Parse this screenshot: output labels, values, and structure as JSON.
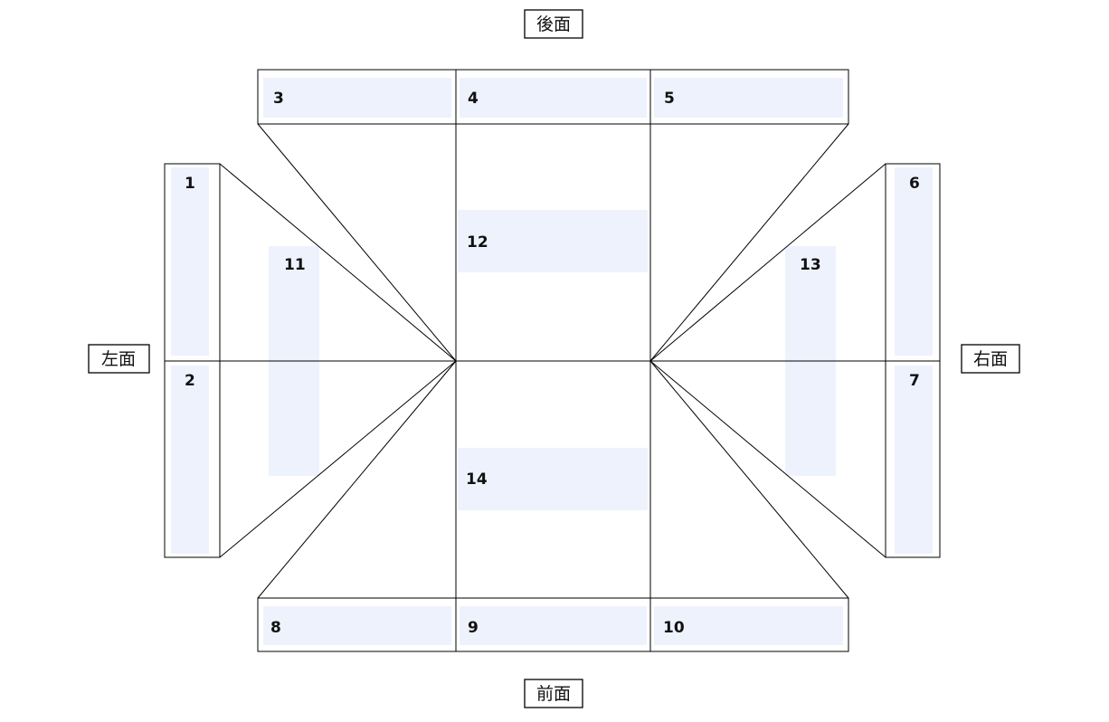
{
  "faces": {
    "back": "後面",
    "left": "左面",
    "right": "右面",
    "front": "前面"
  },
  "regions": {
    "r1": "1",
    "r2": "2",
    "r3": "3",
    "r4": "4",
    "r5": "5",
    "r6": "6",
    "r7": "7",
    "r8": "8",
    "r9": "9",
    "r10": "10",
    "r11": "11",
    "r12": "12",
    "r13": "13",
    "r14": "14"
  },
  "colors": {
    "region_fill": "#eef2fd",
    "line": "#000000"
  }
}
